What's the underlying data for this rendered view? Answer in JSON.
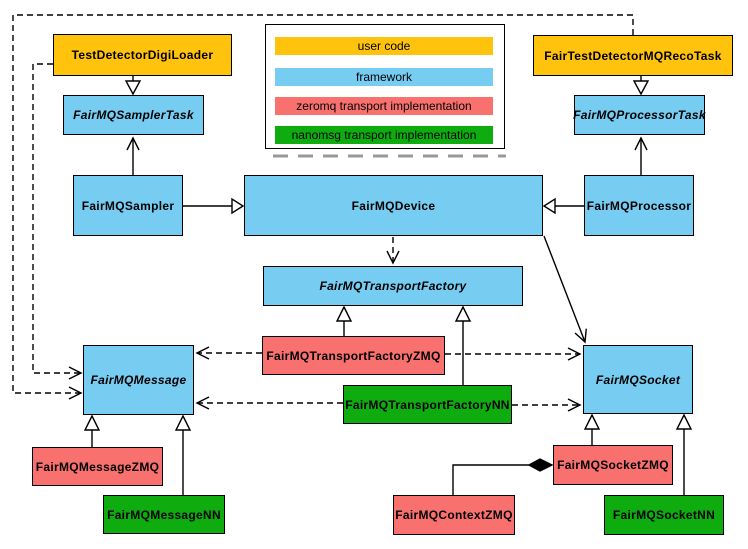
{
  "colors": {
    "user_code": "#FFC20D",
    "framework": "#77CCF2",
    "zeromq": "#F9716E",
    "nanomsg": "#0EAC0E",
    "border": "#000000",
    "legend_shadow": "#999999"
  },
  "legend": {
    "items": [
      {
        "label": "user code",
        "color": "#FFC20D"
      },
      {
        "label": "framework",
        "color": "#77CCF2"
      },
      {
        "label": "zeromq transport implementation",
        "color": "#F9716E"
      },
      {
        "label": "nanomsg transport implementation",
        "color": "#0EAC0E"
      }
    ]
  },
  "nodes": {
    "testDetectorDigiLoader": {
      "label": "TestDetectorDigiLoader",
      "type": "user_code"
    },
    "fairTestDetectorMQRecoTask": {
      "label": "FairTestDetectorMQRecoTask",
      "type": "user_code"
    },
    "fairMQSamplerTask": {
      "label": "FairMQSamplerTask",
      "type": "framework",
      "abstract": true
    },
    "fairMQProcessorTask": {
      "label": "FairMQProcessorTask",
      "type": "framework",
      "abstract": true
    },
    "fairMQSampler": {
      "label": "FairMQSampler",
      "type": "framework"
    },
    "fairMQDevice": {
      "label": "FairMQDevice",
      "type": "framework"
    },
    "fairMQProcessor": {
      "label": "FairMQProcessor",
      "type": "framework"
    },
    "fairMQTransportFactory": {
      "label": "FairMQTransportFactory",
      "type": "framework",
      "abstract": true
    },
    "fairMQTransportFactoryZMQ": {
      "label": "FairMQTransportFactoryZMQ",
      "type": "zeromq"
    },
    "fairMQTransportFactoryNN": {
      "label": "FairMQTransportFactoryNN",
      "type": "nanomsg"
    },
    "fairMQMessage": {
      "label": "FairMQMessage",
      "type": "framework",
      "abstract": true
    },
    "fairMQSocket": {
      "label": "FairMQSocket",
      "type": "framework",
      "abstract": true
    },
    "fairMQMessageZMQ": {
      "label": "FairMQMessageZMQ",
      "type": "zeromq"
    },
    "fairMQMessageNN": {
      "label": "FairMQMessageNN",
      "type": "nanomsg"
    },
    "fairMQSocketZMQ": {
      "label": "FairMQSocketZMQ",
      "type": "zeromq"
    },
    "fairMQContextZMQ": {
      "label": "FairMQContextZMQ",
      "type": "zeromq"
    },
    "fairMQSocketNN": {
      "label": "FairMQSocketNN",
      "type": "nanomsg"
    }
  },
  "edges": [
    {
      "from": "TestDetectorDigiLoader",
      "to": "FairMQSamplerTask",
      "type": "inheritance"
    },
    {
      "from": "FairTestDetectorMQRecoTask",
      "to": "FairMQProcessorTask",
      "type": "inheritance"
    },
    {
      "from": "FairMQSampler",
      "to": "FairMQSamplerTask",
      "type": "association"
    },
    {
      "from": "FairMQProcessor",
      "to": "FairMQProcessorTask",
      "type": "association"
    },
    {
      "from": "FairMQSampler",
      "to": "FairMQDevice",
      "type": "inheritance"
    },
    {
      "from": "FairMQProcessor",
      "to": "FairMQDevice",
      "type": "inheritance"
    },
    {
      "from": "FairMQDevice",
      "to": "FairMQTransportFactory",
      "type": "dependency"
    },
    {
      "from": "FairMQDevice",
      "to": "FairMQSocket",
      "type": "association"
    },
    {
      "from": "FairMQTransportFactoryZMQ",
      "to": "FairMQTransportFactory",
      "type": "inheritance"
    },
    {
      "from": "FairMQTransportFactoryNN",
      "to": "FairMQTransportFactory",
      "type": "inheritance"
    },
    {
      "from": "FairMQTransportFactoryZMQ",
      "to": "FairMQMessage",
      "type": "dependency"
    },
    {
      "from": "FairMQTransportFactoryZMQ",
      "to": "FairMQSocket",
      "type": "dependency"
    },
    {
      "from": "FairMQTransportFactoryNN",
      "to": "FairMQMessage",
      "type": "dependency"
    },
    {
      "from": "FairMQTransportFactoryNN",
      "to": "FairMQSocket",
      "type": "dependency"
    },
    {
      "from": "TestDetectorDigiLoader",
      "to": "FairMQMessage",
      "type": "dependency"
    },
    {
      "from": "FairTestDetectorMQRecoTask",
      "to": "FairMQMessage",
      "type": "dependency"
    },
    {
      "from": "FairMQMessageZMQ",
      "to": "FairMQMessage",
      "type": "inheritance"
    },
    {
      "from": "FairMQMessageNN",
      "to": "FairMQMessage",
      "type": "inheritance"
    },
    {
      "from": "FairMQSocketZMQ",
      "to": "FairMQSocket",
      "type": "inheritance"
    },
    {
      "from": "FairMQSocketNN",
      "to": "FairMQSocket",
      "type": "inheritance"
    },
    {
      "from": "FairMQContextZMQ",
      "to": "FairMQSocketZMQ",
      "type": "composition"
    }
  ]
}
